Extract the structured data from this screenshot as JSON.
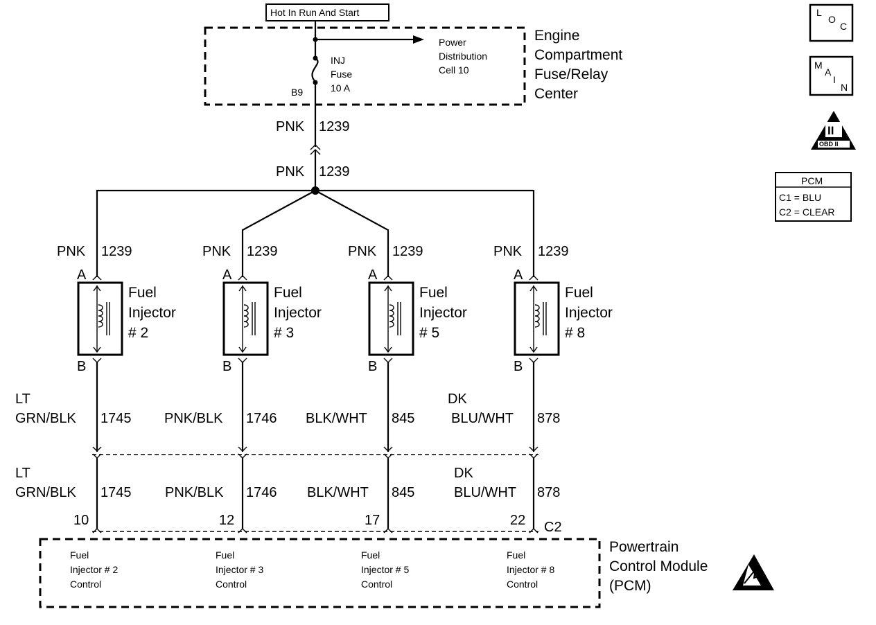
{
  "power": {
    "hot_label": "Hot In Run And Start",
    "fuse_center": [
      "Engine",
      "Compartment",
      "Fuse/Relay",
      "Center"
    ],
    "fuse": [
      "INJ",
      "Fuse",
      "10 A"
    ],
    "fuse_pin": "B9",
    "distribution": [
      "Power",
      "Distribution",
      "Cell 10"
    ]
  },
  "feed": {
    "color": "PNK",
    "circuit": "1239"
  },
  "injectors": [
    {
      "title": "Fuel",
      "title2": "Injector",
      "num": "# 2",
      "pin_a": "A",
      "pin_b": "B",
      "wire_color_l1": "LT",
      "wire_color_l2": "GRN/BLK",
      "circuit": "1745",
      "pcm_pin": "10",
      "control": [
        "Fuel",
        "Injector # 2",
        "Control"
      ]
    },
    {
      "title": "Fuel",
      "title2": "Injector",
      "num": "# 3",
      "pin_a": "A",
      "pin_b": "B",
      "wire_color_l1": "",
      "wire_color_l2": "PNK/BLK",
      "circuit": "1746",
      "pcm_pin": "12",
      "control": [
        "Fuel",
        "Injector # 3",
        "Control"
      ]
    },
    {
      "title": "Fuel",
      "title2": "Injector",
      "num": "# 5",
      "pin_a": "A",
      "pin_b": "B",
      "wire_color_l1": "",
      "wire_color_l2": "BLK/WHT",
      "circuit": "845",
      "pcm_pin": "17",
      "control": [
        "Fuel",
        "Injector # 5",
        "Control"
      ]
    },
    {
      "title": "Fuel",
      "title2": "Injector",
      "num": "# 8",
      "pin_a": "A",
      "pin_b": "B",
      "wire_color_l1": "DK",
      "wire_color_l2": "BLU/WHT",
      "circuit": "878",
      "pcm_pin": "22",
      "control": [
        "Fuel",
        "Injector # 8",
        "Control"
      ]
    }
  ],
  "pcm": {
    "title": [
      "Powertrain",
      "Control Module",
      "(PCM)"
    ],
    "connector": "C2",
    "legend_title": "PCM",
    "legend": [
      "C1 = BLU",
      "C2 = CLEAR"
    ]
  },
  "icons": {
    "loc": [
      "L",
      "O",
      "C"
    ],
    "main": [
      "M",
      "A",
      "I",
      "N"
    ],
    "obd": [
      "II",
      "OBD II"
    ]
  }
}
